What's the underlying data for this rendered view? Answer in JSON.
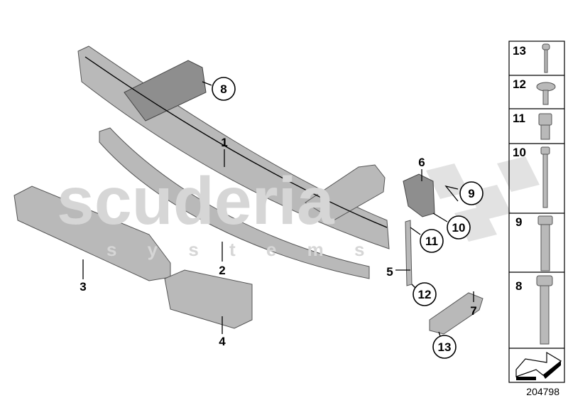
{
  "diagram": {
    "watermark": {
      "main": "scuderia",
      "sub": "s y s t e m s"
    },
    "callouts": [
      {
        "id": "1",
        "circled": false
      },
      {
        "id": "2",
        "circled": false
      },
      {
        "id": "3",
        "circled": false
      },
      {
        "id": "4",
        "circled": false
      },
      {
        "id": "5",
        "circled": false
      },
      {
        "id": "6",
        "circled": false
      },
      {
        "id": "7",
        "circled": false
      },
      {
        "id": "8",
        "circled": true
      },
      {
        "id": "9",
        "circled": true
      },
      {
        "id": "10",
        "circled": true
      },
      {
        "id": "11",
        "circled": true
      },
      {
        "id": "12",
        "circled": true
      },
      {
        "id": "13",
        "circled": true
      }
    ],
    "fastener_panel": [
      "13",
      "12",
      "11",
      "10",
      "9",
      "8"
    ],
    "diagram_code": "204798",
    "colors": {
      "part": "#b9b9b9",
      "watermark": "#d6d6d6",
      "ink": "#000000"
    }
  }
}
